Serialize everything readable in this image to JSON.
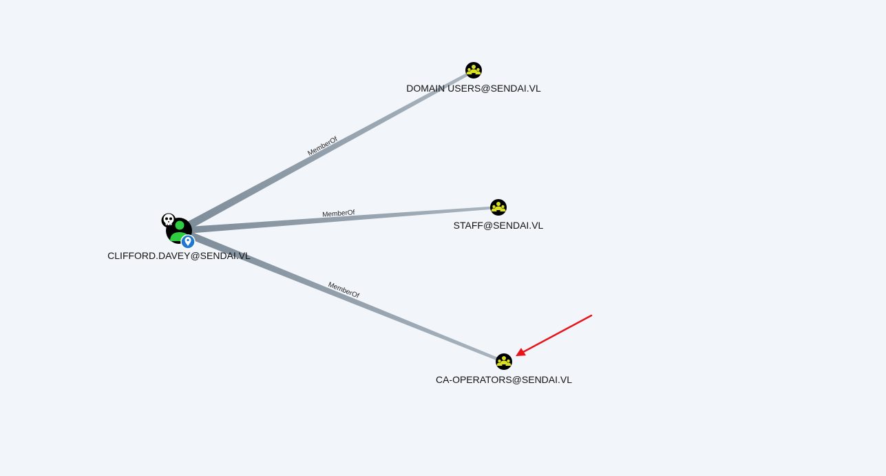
{
  "graph": {
    "edge_color": "#7d8c99",
    "group_icon_fill": "#d9e021",
    "user_icon_fill": "#2ecc40",
    "owned_badge": "skull-icon",
    "highvalue_badge": "location-pin-icon",
    "annotation_arrow_color": "#e8141b",
    "nodes": [
      {
        "id": "user",
        "type": "user",
        "label": "CLIFFORD.DAVEY@SENDAI.VL"
      },
      {
        "id": "g1",
        "type": "group",
        "label": "DOMAIN USERS@SENDAI.VL"
      },
      {
        "id": "g2",
        "type": "group",
        "label": "STAFF@SENDAI.VL"
      },
      {
        "id": "g3",
        "type": "group",
        "label": "CA-OPERATORS@SENDAI.VL"
      }
    ],
    "edges": [
      {
        "from": "user",
        "to": "g1",
        "label": "MemberOf"
      },
      {
        "from": "user",
        "to": "g2",
        "label": "MemberOf"
      },
      {
        "from": "user",
        "to": "g3",
        "label": "MemberOf"
      }
    ]
  }
}
